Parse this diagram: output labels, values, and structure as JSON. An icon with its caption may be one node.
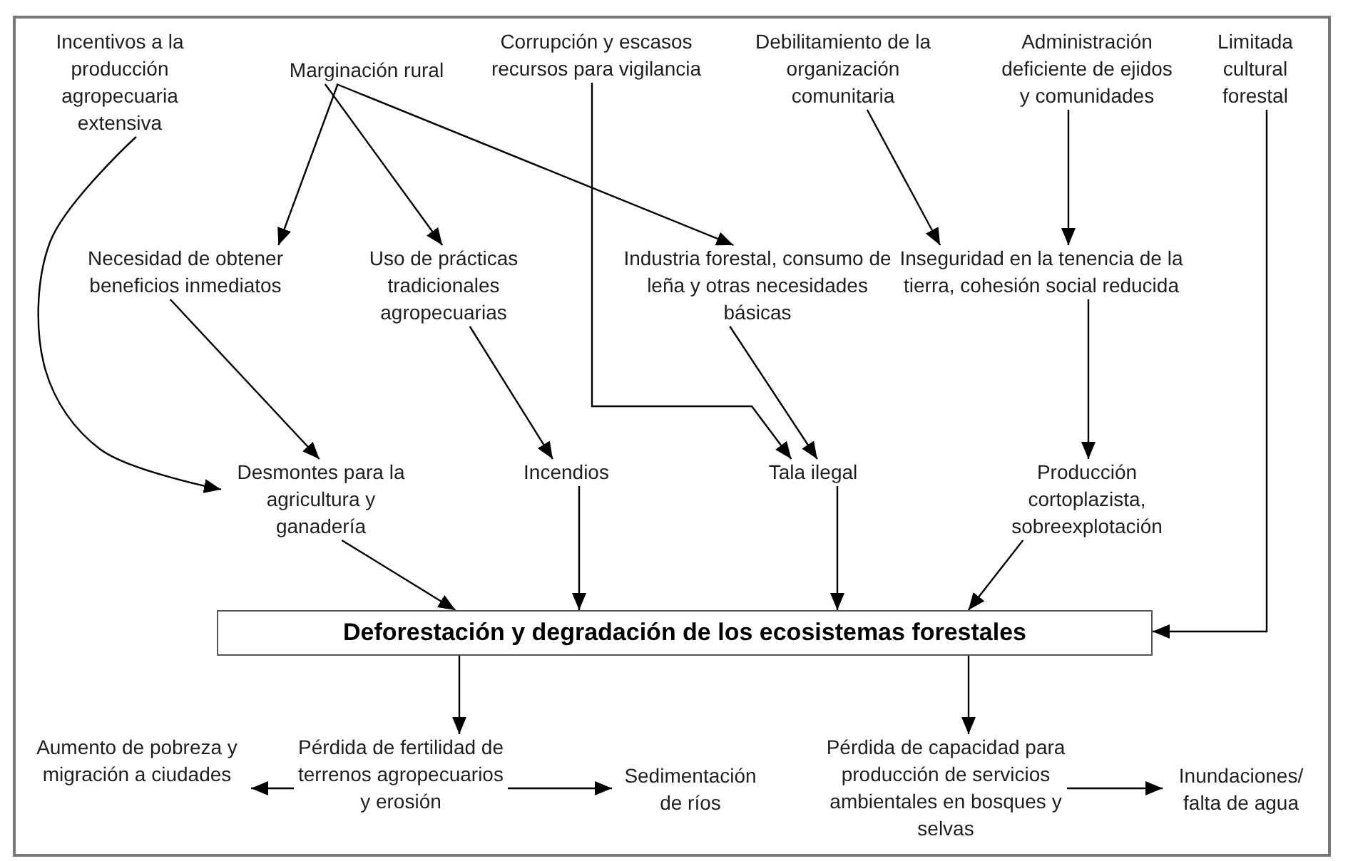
{
  "diagram": {
    "nodes": [
      {
        "text": [
          "Incentivos a la producción agropecuaria extensiva"
        ]
      },
      {
        "text": [
          "Marginación rural"
        ]
      },
      {
        "text": [
          "Corrupción y escasos recursos para vigilancia"
        ]
      },
      {
        "text": [
          "Debilitamiento de la organización comunitaria"
        ]
      },
      {
        "text": [
          "Administración deficiente de ejidos y comunidades"
        ]
      },
      {
        "text": [
          "Limitada cultural forestal"
        ]
      },
      {
        "text": [
          "Necesidad de obtener beneficios inmediatos"
        ]
      },
      {
        "text": [
          "Uso de prácticas tradicionales agropecuarias"
        ]
      },
      {
        "text": [
          "Industria forestal, consumo de leña y otras necesidades básicas"
        ]
      },
      {
        "text": [
          "Inseguridad en la tenencia de la tierra, cohesión social reducida"
        ]
      },
      {
        "text": [
          "Desmontes para la agricultura y ganadería"
        ]
      },
      {
        "text": [
          "Incendios"
        ]
      },
      {
        "text": [
          "Tala ilegal"
        ]
      },
      {
        "text": [
          "Producción cortoplazista, sobreexplotación"
        ]
      },
      {
        "text": [
          "Deforestación y degradación de los ecosistemas forestales"
        ]
      },
      {
        "text": [
          "Aumento de pobreza y migración a ciudades"
        ]
      },
      {
        "text": [
          "Pérdida de fertilidad de terrenos agropecuarios y erosión"
        ]
      },
      {
        "text": [
          "Sedimentación de ríos"
        ]
      },
      {
        "text": [
          "Pérdida de capacidad para producción de servicios ambientales en bosques y selvas"
        ]
      },
      {
        "text": [
          "Inundaciones/ falta de agua"
        ]
      }
    ],
    "edges": [
      {
        "from": 0,
        "to": 10,
        "arrow": "to"
      },
      {
        "from": 1,
        "to": 6,
        "arrow": "to"
      },
      {
        "from": 1,
        "to": 7,
        "arrow": "to"
      },
      {
        "from": 1,
        "to": 8,
        "arrow": "to"
      },
      {
        "from": 2,
        "to": 12,
        "arrow": "to"
      },
      {
        "from": 3,
        "to": 9,
        "arrow": "to"
      },
      {
        "from": 4,
        "to": 9,
        "arrow": "to"
      },
      {
        "from": 6,
        "to": 10,
        "arrow": "to"
      },
      {
        "from": 7,
        "to": 11,
        "arrow": "to"
      },
      {
        "from": 8,
        "to": 12,
        "arrow": "to"
      },
      {
        "from": 9,
        "to": 13,
        "arrow": "to"
      },
      {
        "from": 10,
        "to": 14,
        "arrow": "to"
      },
      {
        "from": 11,
        "to": 14,
        "arrow": "to"
      },
      {
        "from": 12,
        "to": 14,
        "arrow": "to"
      },
      {
        "from": 13,
        "to": 14,
        "arrow": "to"
      },
      {
        "from": 5,
        "to": 14,
        "arrow": "to"
      },
      {
        "from": 14,
        "to": 16,
        "arrow": "to"
      },
      {
        "from": 14,
        "to": 18,
        "arrow": "to"
      },
      {
        "from": 16,
        "to": 15,
        "arrow": "to"
      },
      {
        "from": 16,
        "to": 17,
        "arrow": "to"
      },
      {
        "from": 18,
        "to": 19,
        "arrow": "to"
      }
    ]
  }
}
